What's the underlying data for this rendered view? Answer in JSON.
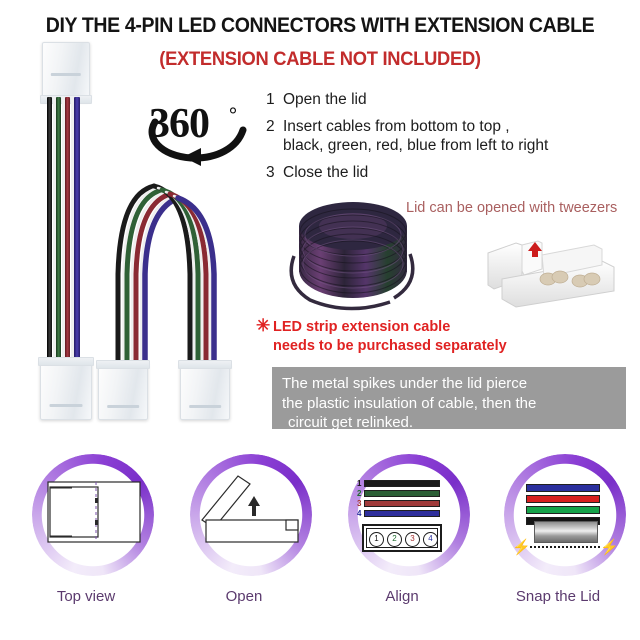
{
  "title": {
    "main": "DIY THE 4-PIN LED CONNECTORS WITH EXTENSION CABLE",
    "sub": "(EXTENSION CABLE NOT INCLUDED)",
    "main_color": "#141414",
    "sub_color": "#c22c2c"
  },
  "steps": [
    {
      "num": "1",
      "line1": "Open the lid",
      "line2": ""
    },
    {
      "num": "2",
      "line1": "Insert cables from bottom to top ,",
      "line2": "black, green, red, blue from left to right"
    },
    {
      "num": "3",
      "line1": "Close the lid",
      "line2": ""
    }
  ],
  "badge": {
    "number": "360",
    "degree": "°"
  },
  "tweezer_note": {
    "text": "Lid can be opened with tweezers",
    "color": "#a95f5f"
  },
  "warning": {
    "marker": "✳",
    "line1": "LED strip extension cable",
    "line2": "needs to be purchased separately",
    "color": "#e02222"
  },
  "gray_box": {
    "line1": "The metal spikes under the lid pierce",
    "line2": "the plastic insulation of cable, then the",
    "line3": "circuit get relinked.",
    "bg": "#9b9b9b",
    "color": "#ffffff"
  },
  "circles": [
    {
      "label": "Top view",
      "icon": "connector-top-view-icon"
    },
    {
      "label": "Open",
      "icon": "connector-open-lid-icon"
    },
    {
      "label": "Align",
      "icon": "wire-align-icon"
    },
    {
      "label": "Snap the Lid",
      "icon": "snap-lid-icon"
    }
  ],
  "circle_label_color": "#5b3a6e",
  "align_rows": [
    {
      "num": "1",
      "color": "#151515"
    },
    {
      "num": "2",
      "color": "#1f6b2e"
    },
    {
      "num": "3",
      "color": "#a63030"
    },
    {
      "num": "4",
      "color": "#2a2f9e"
    }
  ],
  "align_pins": [
    "1",
    "2",
    "3",
    "4"
  ],
  "snap_rows": [
    "#2a2f9e",
    "#d81f1f",
    "#16a34a",
    "#151515"
  ],
  "wire_colors": {
    "black": "#1a1a1a",
    "green": "#2c5c33",
    "red": "#8a2a33",
    "blue": "#3b2f8c",
    "white": "#f2f2f2"
  }
}
